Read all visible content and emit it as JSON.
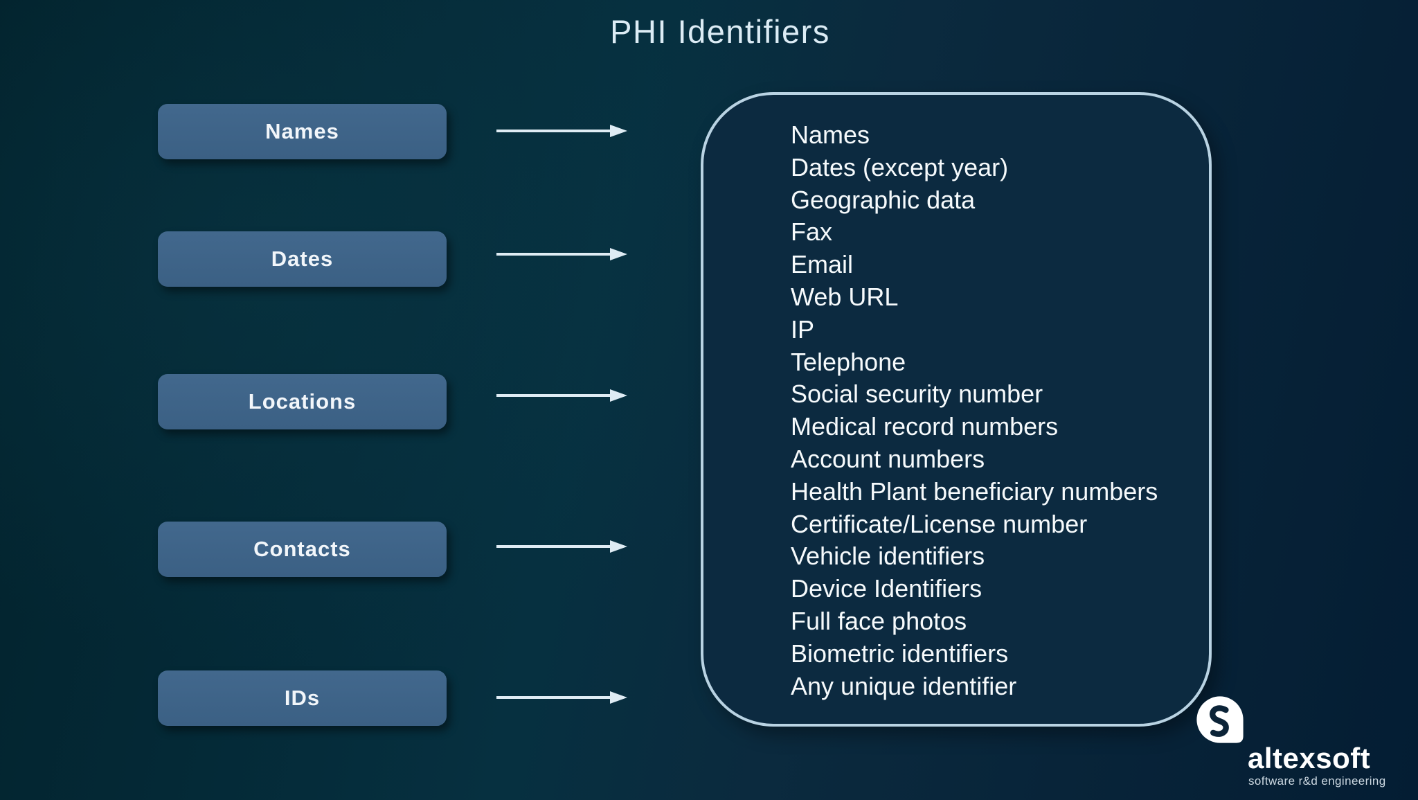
{
  "title": "PHI Identifiers",
  "categories": [
    {
      "label": "Names"
    },
    {
      "label": "Dates"
    },
    {
      "label": "Locations"
    },
    {
      "label": "Contacts"
    },
    {
      "label": "IDs"
    }
  ],
  "panel": {
    "items": [
      "Names",
      "Dates (except year)",
      "Geographic data",
      "Fax",
      "Email",
      "Web URL",
      "IP",
      "Telephone",
      "Social security number",
      "Medical record numbers",
      "Account numbers",
      "Health Plant beneficiary numbers",
      "Certificate/License number",
      "Vehicle identifiers",
      "Device Identifiers",
      "Full face photos",
      "Biometric identifiers",
      "Any unique identifier"
    ]
  },
  "logo": {
    "brand": "altexsoft",
    "tagline": "software r&d engineering",
    "icon": "altexsoft-mark-icon"
  },
  "colors": {
    "background_teal": "#02222c",
    "background_navy": "#041d33",
    "button_fill": "#3d6488",
    "panel_fill": "#0c2a40",
    "panel_border": "#b9d3e3",
    "arrow": "#dfecf4",
    "title_text": "#dcecf5",
    "list_text": "#f6fafc"
  }
}
